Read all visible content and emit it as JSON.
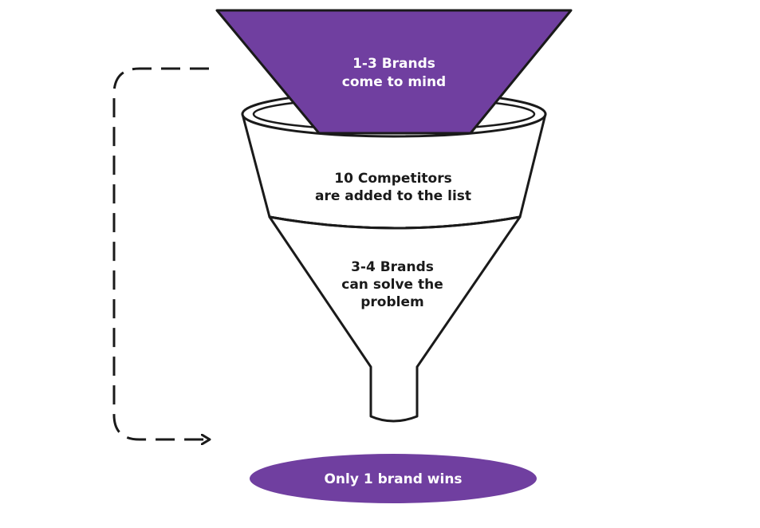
{
  "diagram": {
    "top_stage": {
      "line1": "1-3 Brands",
      "line2": "come to mind"
    },
    "middle_stage": {
      "line1": "10 Competitors",
      "line2": "are added to the list"
    },
    "lower_stage": {
      "line1": "3-4 Brands",
      "line2": "can solve the",
      "line3": "problem"
    },
    "result": {
      "label": "Only 1 brand wins"
    }
  },
  "colors": {
    "accent": "#703fa0",
    "outline": "#1a1a1a",
    "background": "#ffffff"
  },
  "icons": {
    "loop_arrow": "dashed-arrow-icon"
  }
}
